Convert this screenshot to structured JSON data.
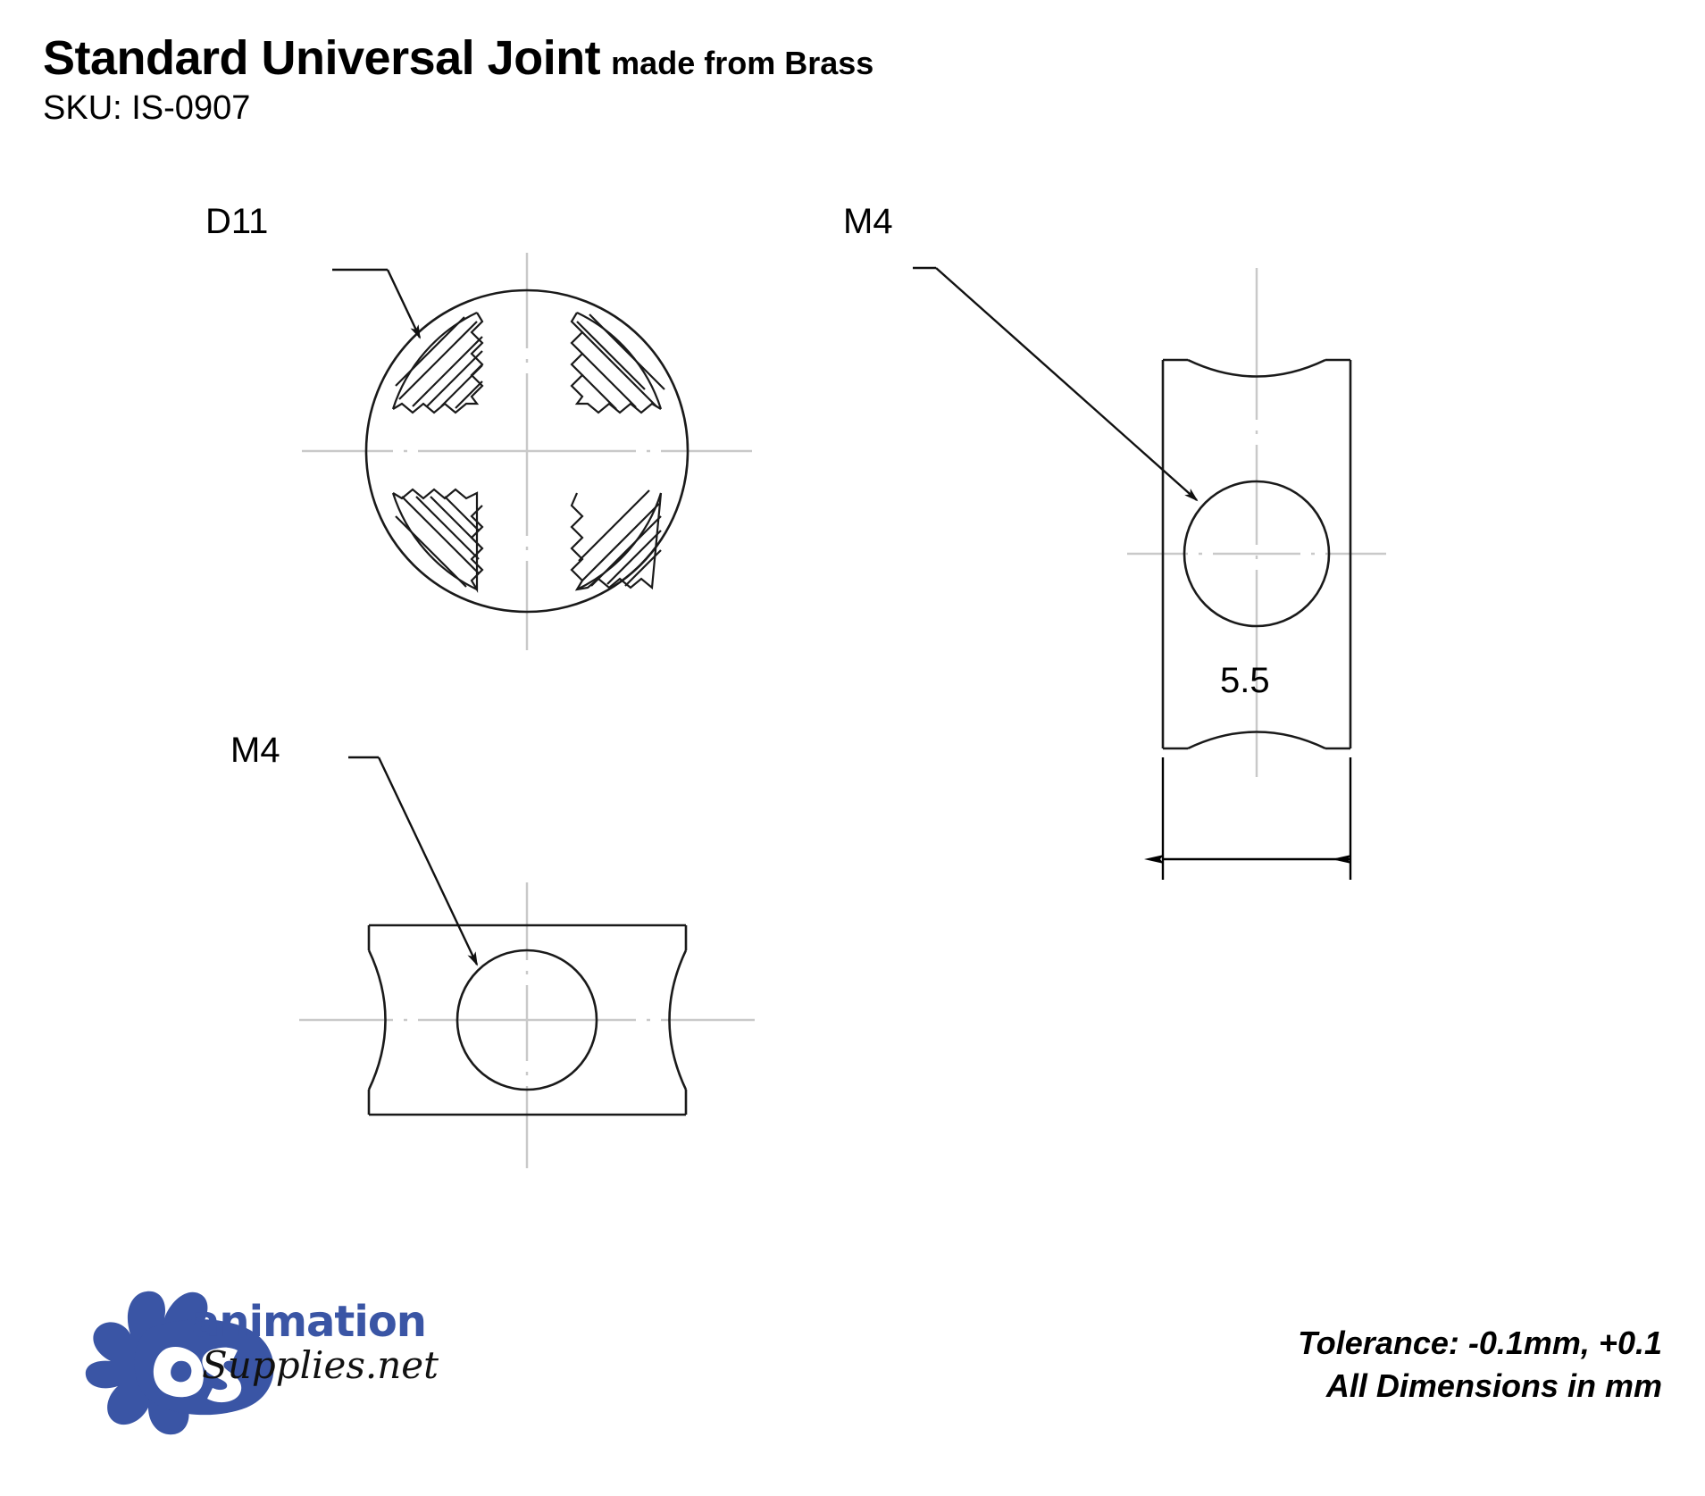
{
  "header": {
    "title_main": "Standard Universal Joint",
    "title_sub": "made from Brass",
    "sku": "SKU: IS-0907"
  },
  "labels": {
    "d11": "D11",
    "m4_top": "M4",
    "m4_bottom": "M4"
  },
  "dimensions": {
    "width_55": "5.5"
  },
  "notes": {
    "tolerance": "Tolerance: -0.1mm, +0.1",
    "units": "All Dimensions in mm"
  },
  "logo": {
    "mark": "as",
    "word_top": "animation",
    "word_bottom": "Supplies.net",
    "brand_color": "#3a55a5"
  },
  "drawing": {
    "line_color": "#1a1a1a",
    "centerline_color": "#bdbdbd",
    "views": [
      {
        "name": "front-section-view",
        "shape": "circle-knurled-cross",
        "label": "D11"
      },
      {
        "name": "right-side-view",
        "shape": "barrel-vertical-with-bore",
        "label": "M4"
      },
      {
        "name": "bottom-view",
        "shape": "barrel-horizontal-with-bore",
        "label": "M4"
      }
    ]
  }
}
